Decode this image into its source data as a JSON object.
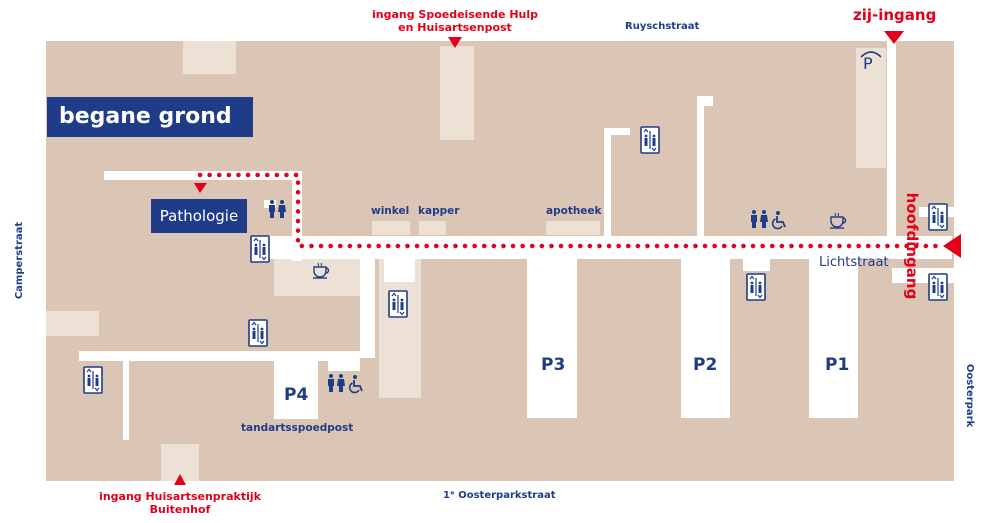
{
  "floor_title": "begane grond",
  "colors": {
    "building": "#dbc6b6",
    "corridor": "#ffffff",
    "navy": "#1f3c88",
    "route_red": "#e2001a",
    "light_block": "#ede1d6"
  },
  "streets": {
    "top": "Ruyschstraat",
    "bottom": "1ᵉ Oosterparkstraat",
    "left": "Camperstraat",
    "right": "Oosterpark"
  },
  "entrances": {
    "emergency_line1": "ingang Spoedeisende Hulp",
    "emergency_line2": "en Huisartsenpost",
    "side": "zij-ingang",
    "main": "hoofdingang",
    "gp_line1": "ingang Huisartsenpraktijk",
    "gp_line2": "Buitenhof"
  },
  "rooms": {
    "pathology": "Pathologie",
    "shop": "winkel",
    "hairdresser": "kapper",
    "pharmacy": "apotheek",
    "light_street": "Lichtstraat",
    "dental": "tandartsspoedpost"
  },
  "parking": {
    "p1": "P1",
    "p2": "P2",
    "p3": "P3",
    "p4": "P4",
    "garage_icon": "P"
  },
  "icons": [
    "elevator-icon",
    "toilet-icon",
    "wheelchair-icon",
    "coffee-icon",
    "parking-icon",
    "entrance-arrow-icon"
  ]
}
